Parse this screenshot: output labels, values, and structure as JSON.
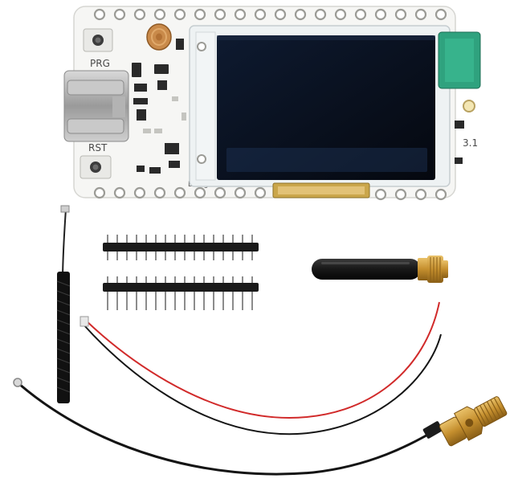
{
  "board": {
    "button_prg_label": "PRG",
    "button_rst_label": "RST",
    "version_mark": "3.1",
    "silkscreen_text": "Design"
  },
  "colors": {
    "pcb": "#f7f7f5",
    "oled": "#0b1220",
    "header_pins": "#1a1a1a",
    "antenna_body": "#1c1c1c",
    "brass": "#c99a3a",
    "wire_red": "#d12a2a",
    "wire_black": "#151515",
    "connector_green": "#2fa27e"
  }
}
